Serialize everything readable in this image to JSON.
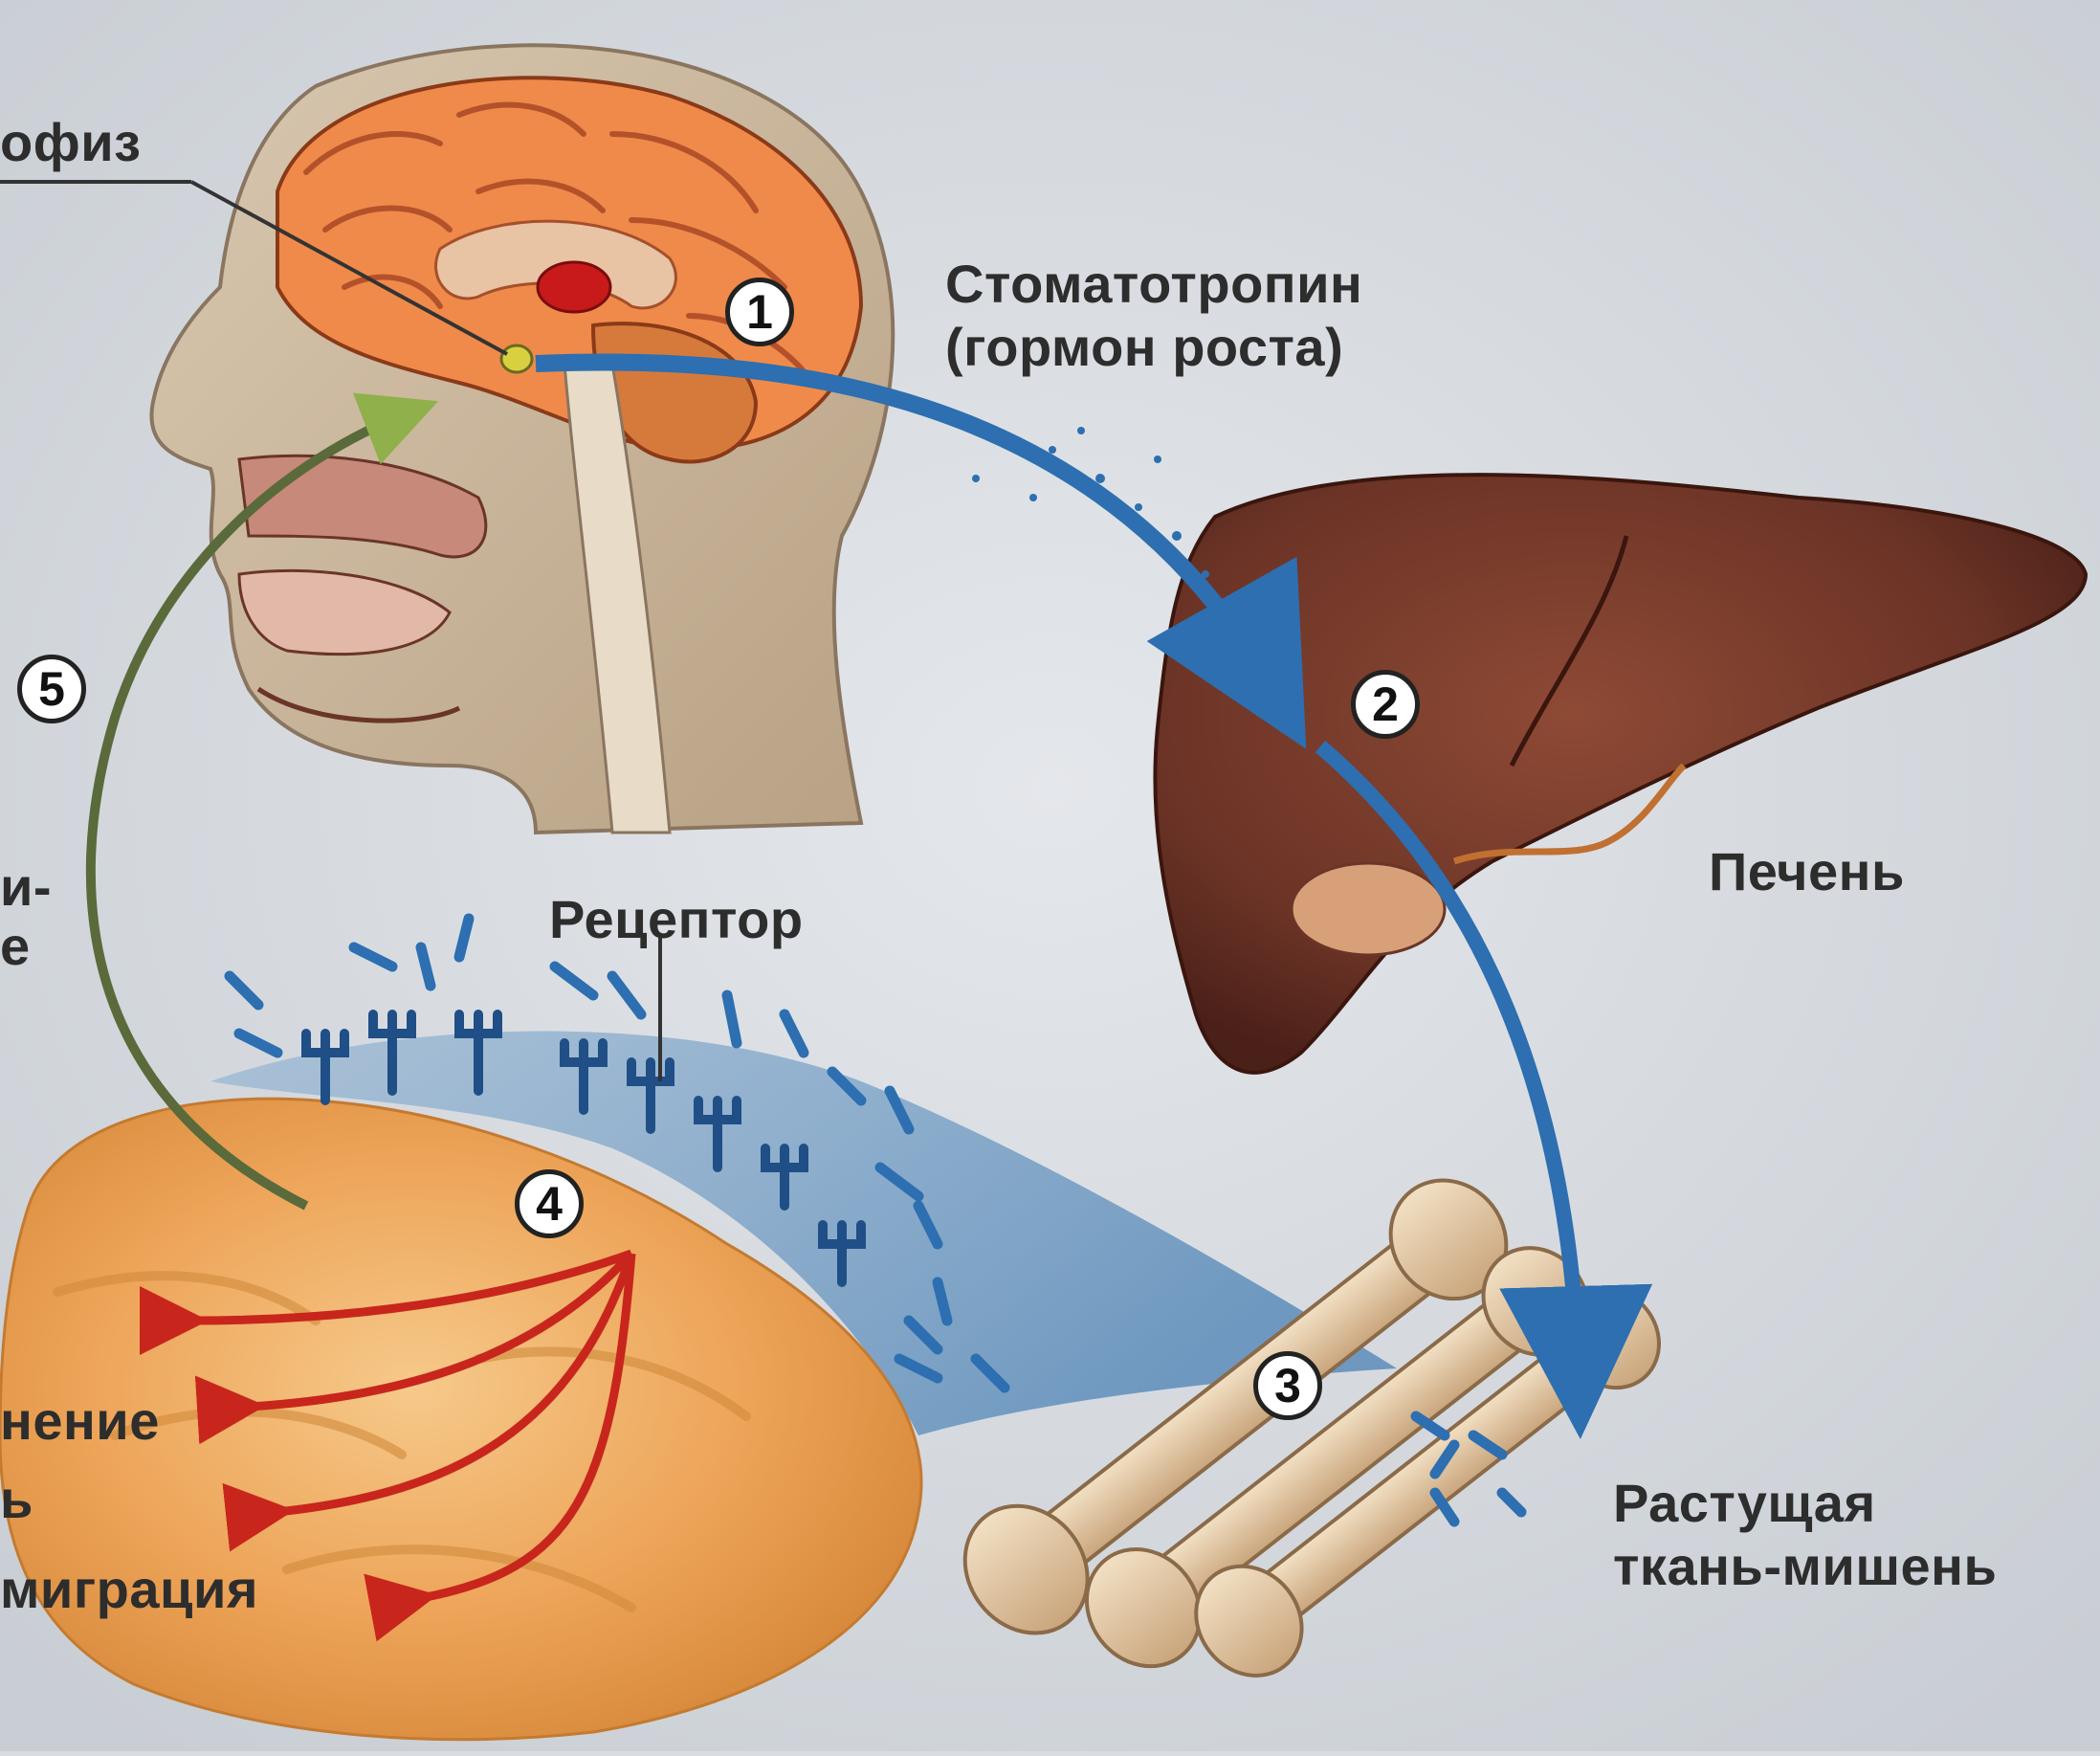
{
  "labels": {
    "hypophysis": "офиз",
    "hormone_line1": "Стоматотропин",
    "hormone_line2": "(гормон роста)",
    "liver": "Печень",
    "receptor": "Рецептор",
    "target_line1": "Растущая",
    "target_line2": "ткань-мишень",
    "left_cut1": "и-",
    "left_cut2": "е",
    "effect1": "нение",
    "effect2": "ь",
    "effect3": "миграция"
  },
  "steps": [
    "1",
    "2",
    "3",
    "4",
    "5"
  ],
  "colors": {
    "background": "#d9dde2",
    "brain": "#e8955a",
    "liver": "#6b3326",
    "bone": "#e2c9a4",
    "tissue": "#f0b060",
    "hormone_arrow": "#2d6fb0",
    "feedback_arrow": "#8fb04a",
    "effect_arrows": "#c8261c",
    "receptor": "#1f4f86"
  }
}
